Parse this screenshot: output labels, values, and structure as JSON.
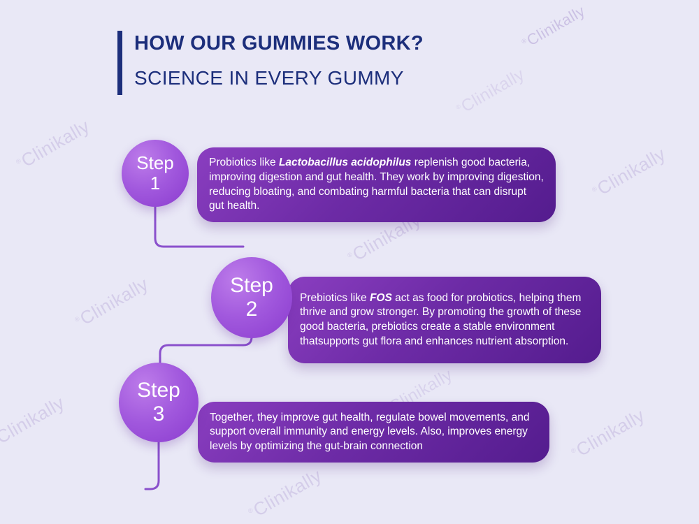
{
  "header": {
    "title": "HOW OUR GUMMIES WORK?",
    "subtitle": "SCIENCE IN EVERY GUMMY"
  },
  "watermark": {
    "reg": "®",
    "text": "Clinikally"
  },
  "steps": [
    {
      "label": "Step",
      "number": "1",
      "text_prefix": "Probiotics like ",
      "text_highlight": "Lactobacillus acidophilus",
      "text_suffix": " replenish good bacteria, improving digestion and gut health. They work by improving digestion, reducing bloating, and combating harmful bacteria that can disrupt gut health."
    },
    {
      "label": "Step",
      "number": "2",
      "text_prefix": "Prebiotics like ",
      "text_highlight": "FOS",
      "text_suffix": " act as food for probiotics, helping them thrive and grow stronger. By promoting the growth of these good bacteria, prebiotics create a stable environment thatsupports gut flora and enhances nutrient absorption."
    },
    {
      "label": "Step",
      "number": "3",
      "text_prefix": "",
      "text_highlight": "",
      "text_suffix": "Together, they improve gut health, regulate bowel movements, and support overall immunity and energy levels. Also, improves energy levels by optimizing the gut-brain connection"
    }
  ],
  "colors": {
    "background": "#e9e8f6",
    "title_navy": "#1c2e7b",
    "circle_purple": "#9b4fd6",
    "box_purple": "#6d2ba6",
    "connector_purple": "#8a50cc",
    "body_text": "#ffffff",
    "watermark": "#b4a3d6"
  }
}
